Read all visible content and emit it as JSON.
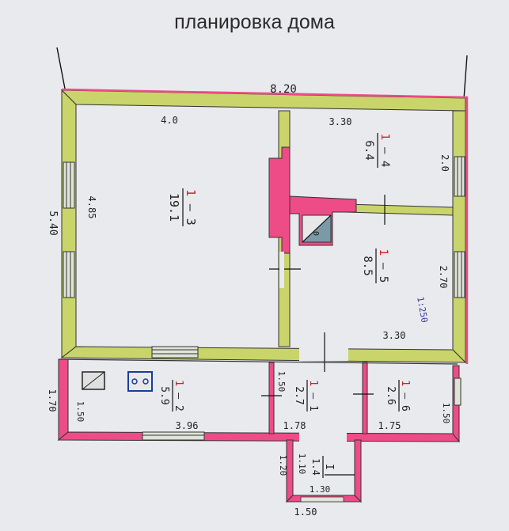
{
  "title": "планировка дома",
  "colors": {
    "paper": "#e9eaee",
    "wall_yellow": "#c9d46a",
    "wall_pink": "#ee4c86",
    "ink": "#222222",
    "red_ink": "#d0202a",
    "window_fill": "#dfe3d8",
    "tile_blue": "#7a9aa8"
  },
  "dimensions": {
    "total_width": "8.20",
    "total_height": "5.40",
    "room3_width": "4.0",
    "room3_height": "4.85",
    "room4_width": "3.30",
    "room4_height": "2.0",
    "room5_height": "2.70",
    "room5_width": "3.30",
    "scale": "1:250",
    "annex_height": "1.70",
    "room2_height": "1.50",
    "room2_width": "3.96",
    "room1_height": "1.50",
    "room1_width": "1.78",
    "room6_width": "1.75",
    "room6_height": "1.50",
    "porch_height": "1.20",
    "porch_inner_height": "1.10",
    "porch_inner_width": "1.30",
    "porch_width": "1.50"
  },
  "rooms": {
    "r3": {
      "num": "1",
      "sub": "3",
      "area": "19.1"
    },
    "r4": {
      "num": "1",
      "sub": "4",
      "area": "6.4"
    },
    "r5": {
      "num": "1",
      "sub": "5",
      "area": "8.5"
    },
    "r2": {
      "num": "1",
      "sub": "2",
      "area": "5.9"
    },
    "r1": {
      "num": "1",
      "sub": "1",
      "area": "2.7"
    },
    "r6": {
      "num": "1",
      "sub": "6",
      "area": "2.6"
    },
    "porch": {
      "label": "I",
      "area": "1.4"
    }
  }
}
